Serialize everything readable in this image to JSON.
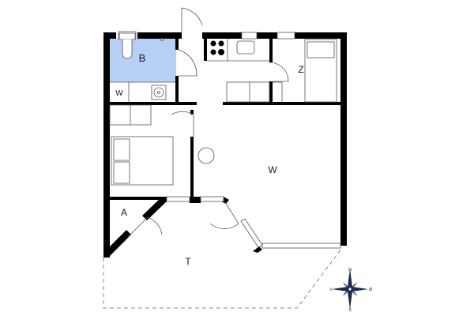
{
  "floorplan": {
    "colors": {
      "wall": "#000000",
      "bathroom_fill": "#b7cff5",
      "line": "#555555",
      "compass": "#1f2a4d",
      "terrace_outline": "#888888"
    },
    "rooms": [
      {
        "id": "bathroom",
        "label": "B"
      },
      {
        "id": "utility",
        "label": "W"
      },
      {
        "id": "room",
        "label": "Z"
      },
      {
        "id": "living",
        "label": "W"
      },
      {
        "id": "storage",
        "label": "A"
      },
      {
        "id": "terrace",
        "label": "T"
      }
    ],
    "compass": {
      "n": "N",
      "s": "S",
      "e": "Ø",
      "w": "V"
    }
  }
}
